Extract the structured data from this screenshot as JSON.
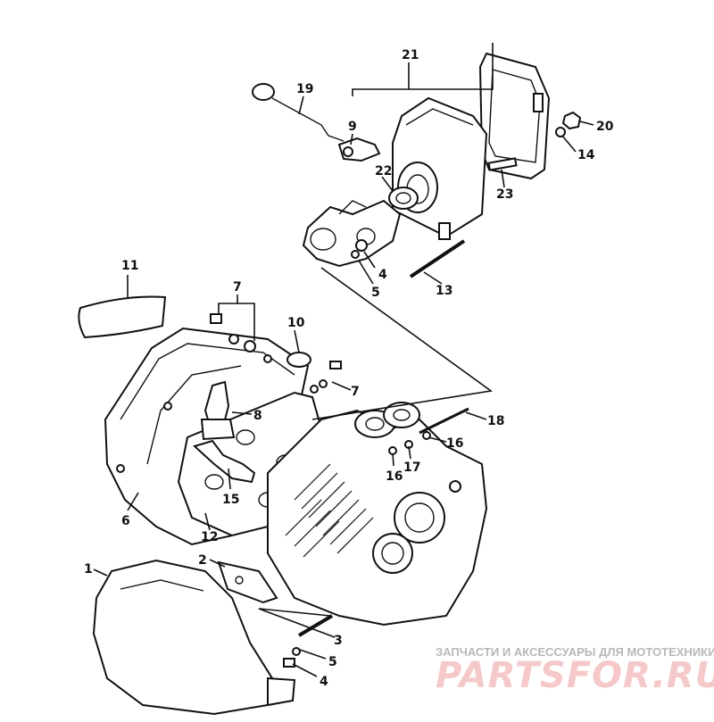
{
  "diagram": {
    "callouts": [
      {
        "id": "c21",
        "text": "21"
      },
      {
        "id": "c19",
        "text": "19"
      },
      {
        "id": "c9",
        "text": "9"
      },
      {
        "id": "c20",
        "text": "20"
      },
      {
        "id": "c22",
        "text": "22"
      },
      {
        "id": "c14",
        "text": "14"
      },
      {
        "id": "c23",
        "text": "23"
      },
      {
        "id": "c4a",
        "text": "4"
      },
      {
        "id": "c5a",
        "text": "5"
      },
      {
        "id": "c13",
        "text": "13"
      },
      {
        "id": "c11",
        "text": "11"
      },
      {
        "id": "c7a",
        "text": "7"
      },
      {
        "id": "c10",
        "text": "10"
      },
      {
        "id": "c7b",
        "text": "7"
      },
      {
        "id": "c8",
        "text": "8"
      },
      {
        "id": "c18",
        "text": "18"
      },
      {
        "id": "c16a",
        "text": "16"
      },
      {
        "id": "c16b",
        "text": "16"
      },
      {
        "id": "c17",
        "text": "17"
      },
      {
        "id": "c15",
        "text": "15"
      },
      {
        "id": "c6",
        "text": "6"
      },
      {
        "id": "c12",
        "text": "12"
      },
      {
        "id": "c1",
        "text": "1"
      },
      {
        "id": "c2",
        "text": "2"
      },
      {
        "id": "c3",
        "text": "3"
      },
      {
        "id": "c5b",
        "text": "5"
      },
      {
        "id": "c4b",
        "text": "4"
      }
    ]
  },
  "watermark": {
    "top_text": "ЗАПЧАСТИ И АКСЕССУАРЫ ДЛЯ МОТОТЕХНИКИ",
    "logo_text": "PARTSFOR.RU",
    "logo_color": "#e05050"
  }
}
